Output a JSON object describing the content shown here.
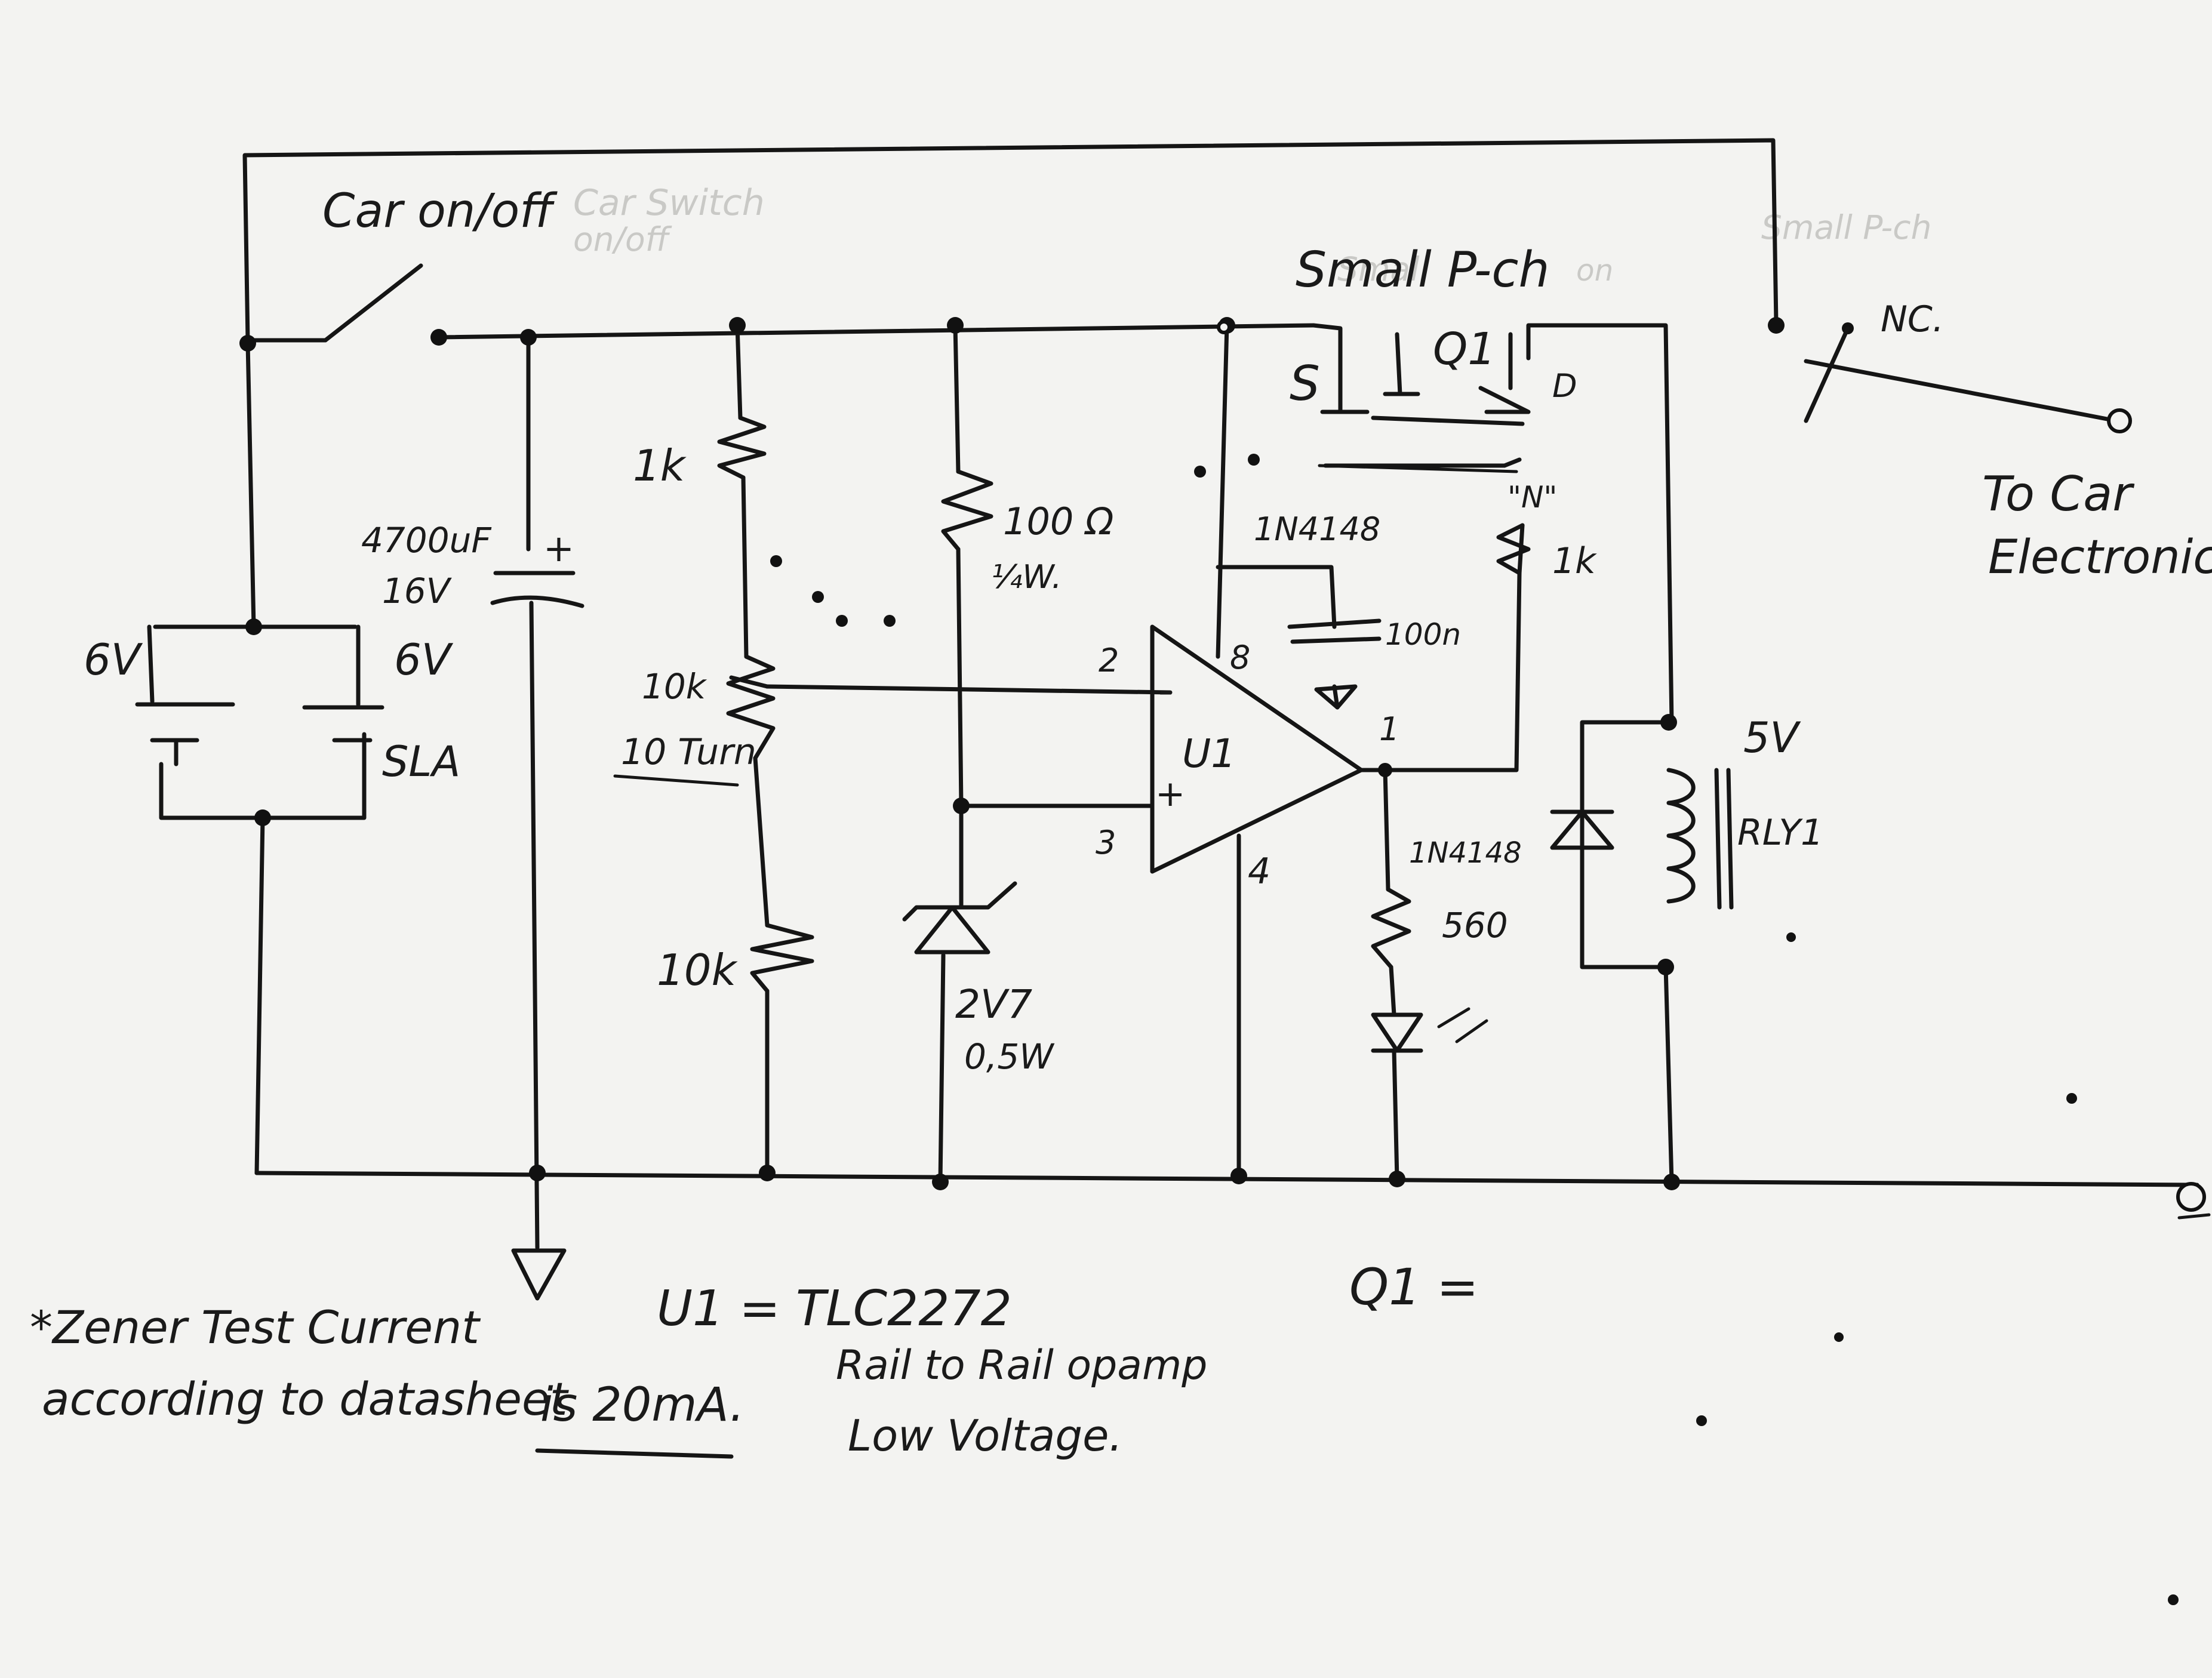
{
  "switch_label": "Car on/off",
  "pmos_label": "Small P-ch",
  "q1_label": "Q1",
  "source_label": "S",
  "drain_label": "D",
  "nc_label": "NC.",
  "output_label_line1": "To Car",
  "output_label_line2": "Electronic",
  "battery_label_left": "6V",
  "battery_label_right": "6V",
  "battery_type": "SLA",
  "cap_label_line1": "4700uF",
  "cap_label_line2": "16V",
  "cap_polarity": "+",
  "r_top_label": "1k",
  "pot_label": "10k",
  "pot_note": "10 Turn",
  "r_bottom_label": "10k",
  "r_zener_label_line1": "100 Ω",
  "r_zener_label_line2": "¼W.",
  "zener_label_line1": "2V7",
  "zener_label_line2": "0,5W",
  "opamp_label": "U1",
  "pin2": "2",
  "pin3": "3",
  "pin8": "8",
  "pin4": "4",
  "pin1": "1",
  "minus": "-",
  "plus": "+",
  "diode_top_label": "1N4148",
  "cap_100n_label": "100n",
  "r_gate_label": "1k",
  "n_label": "\"N\"",
  "diode_relay_label": "1N4148",
  "r_led_label": "560",
  "relay_voltage": "5V",
  "relay_label": "RLY1",
  "note_line1": "*Zener Test Current",
  "note_line2": "according to datasheet",
  "note_line3": "is 20mA.",
  "u1_spec_line1": "U1 = TLC2272",
  "u1_spec_line2": "Rail to Rail opamp",
  "u1_spec_line3": "Low Voltage.",
  "q1_spec": "Q1 =",
  "faint_ghosts": [
    "Car Switch",
    "on/off",
    "Small",
    "on",
    "Small P-ch"
  ]
}
